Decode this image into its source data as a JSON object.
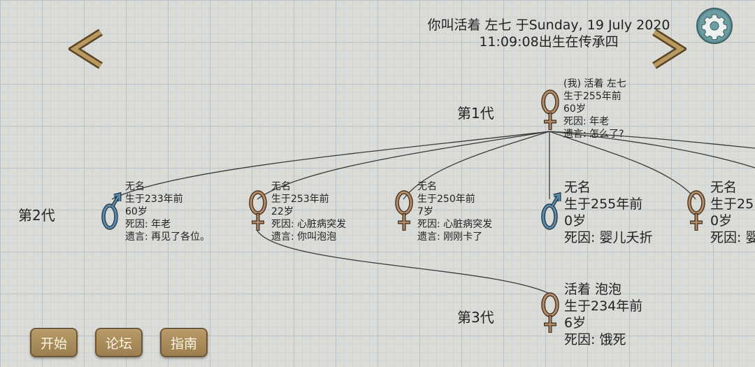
{
  "header": {
    "line1": "你叫活着 左七 于Sunday, 19 July 2020",
    "line2": "11:09:08出生在传承四"
  },
  "generations": [
    "第1代",
    "第2代",
    "第3代"
  ],
  "gen1": {
    "gender": "female",
    "lines": [
      "(我) 活着 左七",
      "生于255年前",
      "60岁",
      "死因: 年老",
      "遗言: 怎么了?"
    ]
  },
  "gen2": [
    {
      "gender": "male",
      "lines": [
        "无名",
        "生于233年前",
        "60岁",
        "死因: 年老",
        "遗言: 再见了各位。"
      ]
    },
    {
      "gender": "female",
      "lines": [
        "无名",
        "生于253年前",
        "22岁",
        "死因: 心脏病突发",
        "遗言: 你叫泡泡"
      ]
    },
    {
      "gender": "female",
      "lines": [
        "无名",
        "生于250年前",
        "7岁",
        "死因: 心脏病突发",
        "遗言: 刚刚卡了"
      ]
    },
    {
      "gender": "male",
      "lines": [
        "无名",
        "生于255年前",
        "0岁",
        "死因: 婴儿夭折"
      ]
    },
    {
      "gender": "female",
      "lines": [
        "无名",
        "生于25",
        "0岁",
        "死因: 婴"
      ]
    }
  ],
  "gen3": {
    "gender": "female",
    "lines": [
      "活着 泡泡",
      "生于234年前",
      "6岁",
      "死因: 饿死"
    ]
  },
  "buttons": {
    "start": "开始",
    "forum": "论坛",
    "guide": "指南"
  },
  "icons": {
    "prev": "chevron-left-icon",
    "next": "chevron-right-icon",
    "settings": "gear-icon",
    "male": "male-symbol-icon",
    "female": "female-symbol-icon"
  },
  "colors": {
    "female": "#7a5a3a",
    "male": "#3f6b86",
    "button": "#a88a57"
  }
}
